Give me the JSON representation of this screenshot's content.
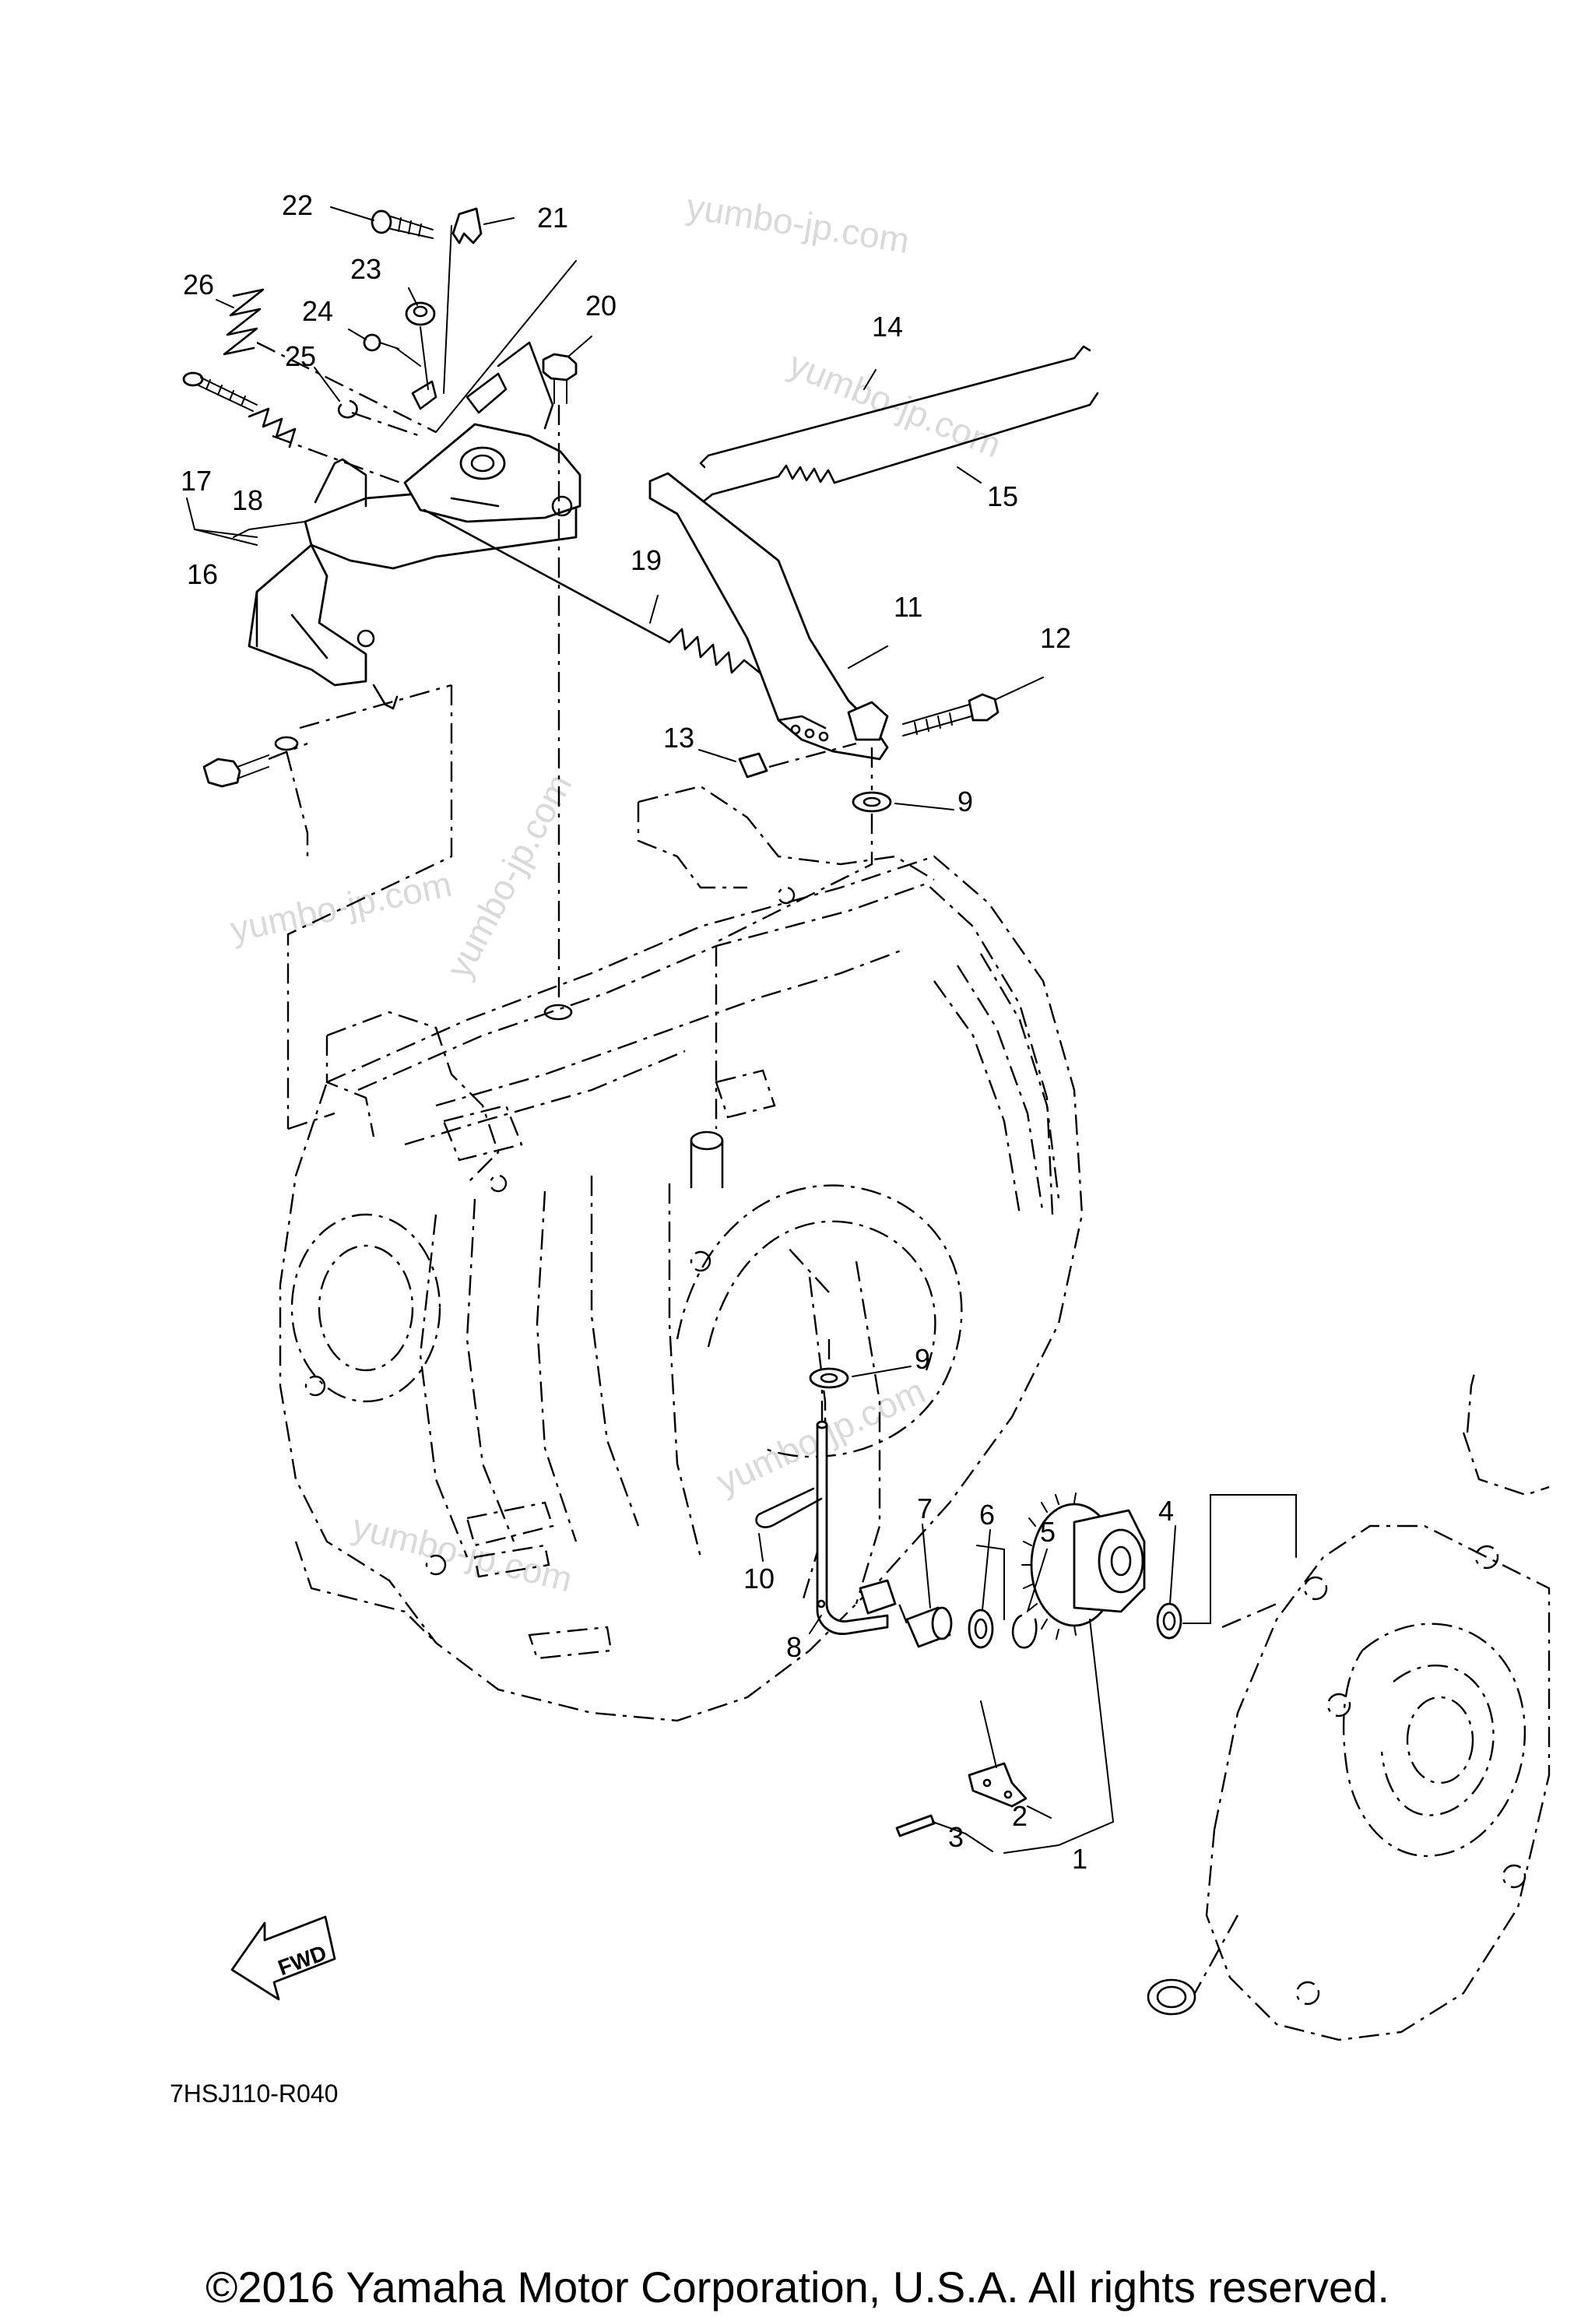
{
  "diagram": {
    "callouts": [
      {
        "id": "1",
        "label": "1"
      },
      {
        "id": "2",
        "label": "2"
      },
      {
        "id": "3",
        "label": "3"
      },
      {
        "id": "4",
        "label": "4"
      },
      {
        "id": "5",
        "label": "5"
      },
      {
        "id": "6",
        "label": "6"
      },
      {
        "id": "7",
        "label": "7"
      },
      {
        "id": "8",
        "label": "8"
      },
      {
        "id": "9a",
        "label": "9"
      },
      {
        "id": "9b",
        "label": "9"
      },
      {
        "id": "10",
        "label": "10"
      },
      {
        "id": "11",
        "label": "11"
      },
      {
        "id": "12",
        "label": "12"
      },
      {
        "id": "13",
        "label": "13"
      },
      {
        "id": "14",
        "label": "14"
      },
      {
        "id": "15",
        "label": "15"
      },
      {
        "id": "16",
        "label": "16"
      },
      {
        "id": "17",
        "label": "17"
      },
      {
        "id": "18",
        "label": "18"
      },
      {
        "id": "19",
        "label": "19"
      },
      {
        "id": "20",
        "label": "20"
      },
      {
        "id": "21",
        "label": "21"
      },
      {
        "id": "22",
        "label": "22"
      },
      {
        "id": "23",
        "label": "23"
      },
      {
        "id": "24",
        "label": "24"
      },
      {
        "id": "25",
        "label": "25"
      },
      {
        "id": "26",
        "label": "26"
      }
    ],
    "fwd_label": "FWD",
    "diagram_code": "7HSJ110-R040",
    "watermark": "yumbo-jp.com",
    "copyright": "©2016 Yamaha Motor Corporation, U.S.A. All rights reserved."
  }
}
